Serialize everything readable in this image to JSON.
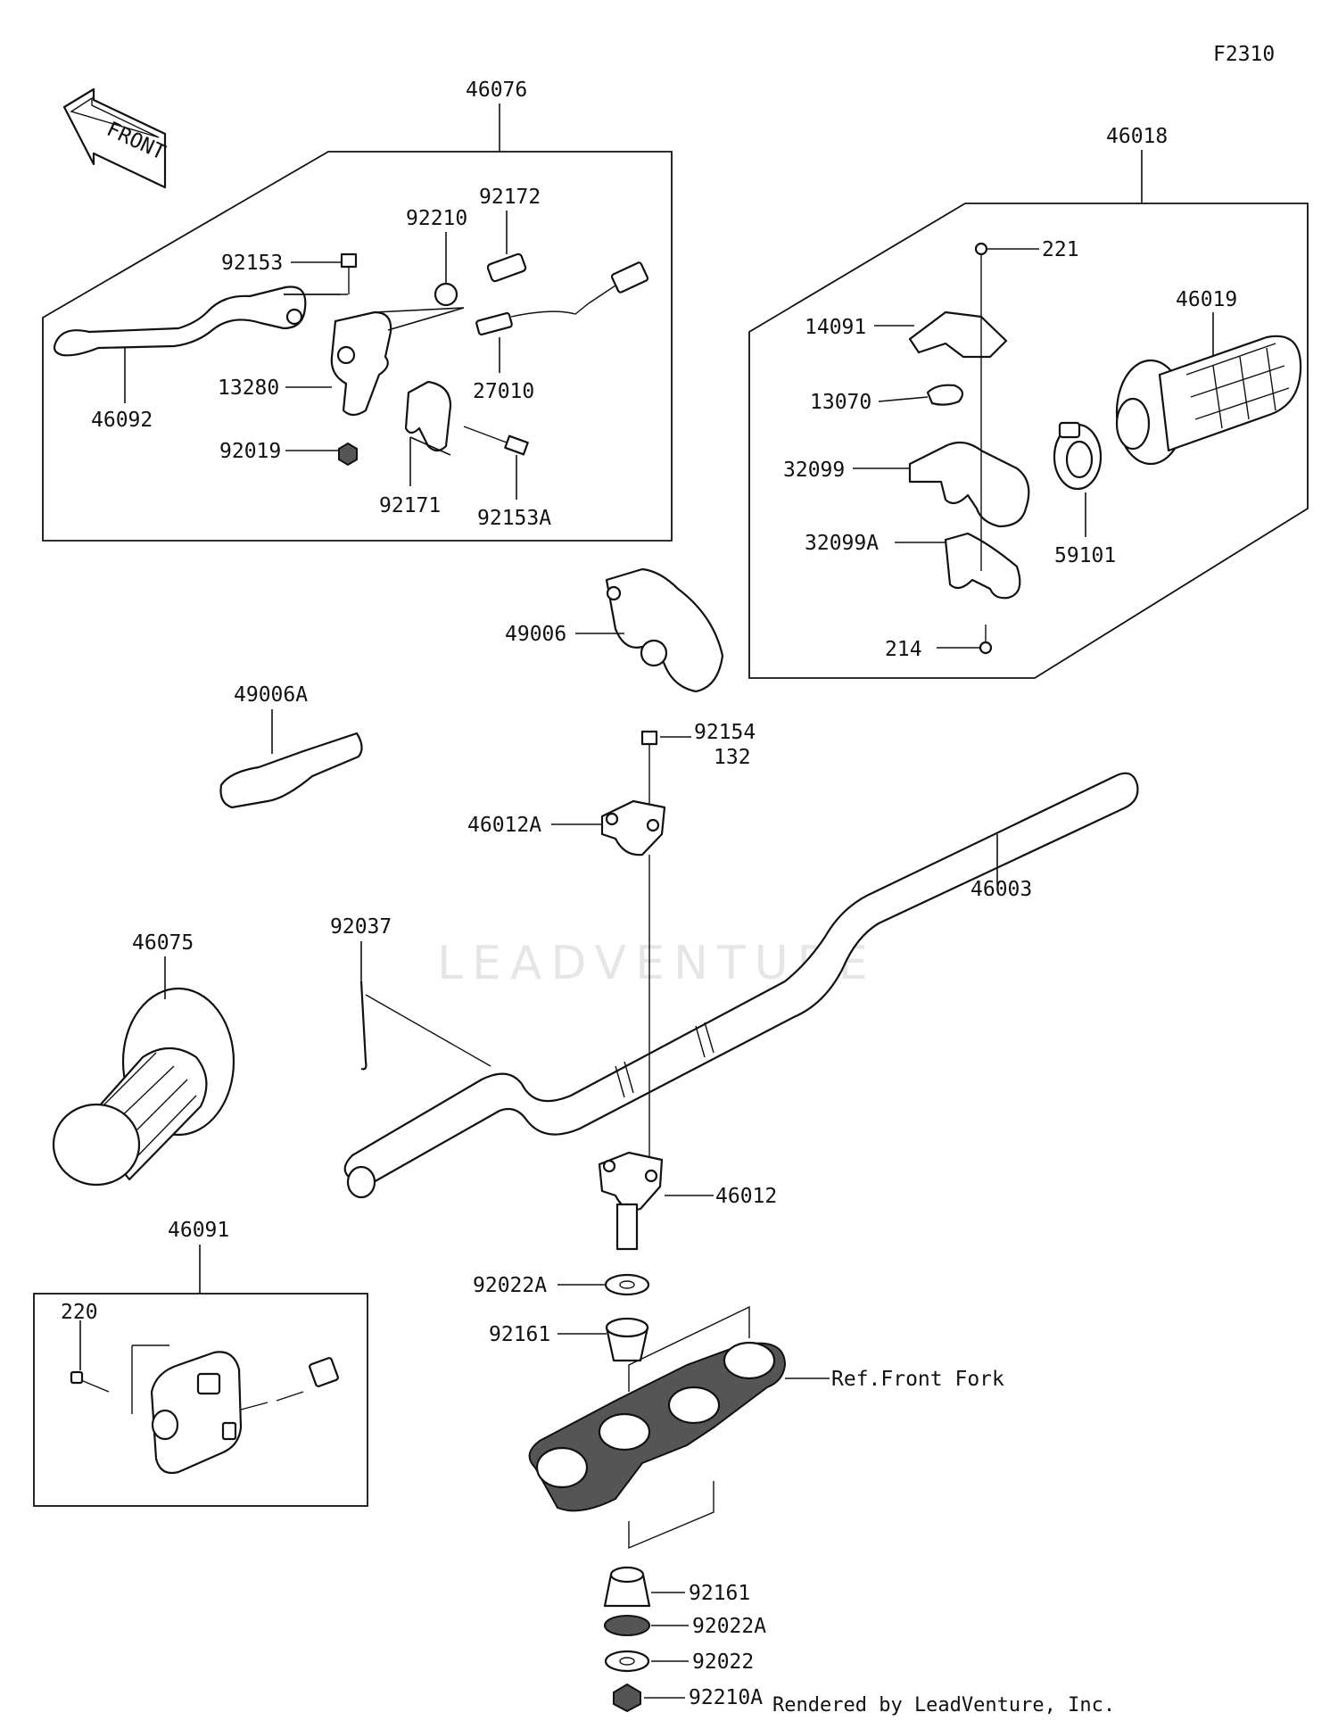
{
  "diagram_code": "F2310",
  "front_arrow_label": "FRONT",
  "watermark": "LEADVENTURE",
  "footer": "Rendered by LeadVenture, Inc.",
  "labels": {
    "l46076": "46076",
    "l92172": "92172",
    "l92210": "92210",
    "l92153": "92153",
    "l13280": "13280",
    "l27010": "27010",
    "l46092": "46092",
    "l92019": "92019",
    "l92171": "92171",
    "l92153A": "92153A",
    "l46018": "46018",
    "l221": "221",
    "l14091": "14091",
    "l46019": "46019",
    "l13070": "13070",
    "l32099": "32099",
    "l32099A": "32099A",
    "l59101": "59101",
    "l214": "214",
    "l49006": "49006",
    "l49006A": "49006A",
    "l92154": "92154",
    "l132": "132",
    "l46012A": "46012A",
    "l46003": "46003",
    "l92037": "92037",
    "l46075": "46075",
    "l46012": "46012",
    "l46091": "46091",
    "l220": "220",
    "l92022A_top": "92022A",
    "l92161_top": "92161",
    "lRefFork": "Ref.Front Fork",
    "l92161_bot": "92161",
    "l92022A_bot": "92022A",
    "l92022": "92022",
    "l92210A": "92210A"
  }
}
